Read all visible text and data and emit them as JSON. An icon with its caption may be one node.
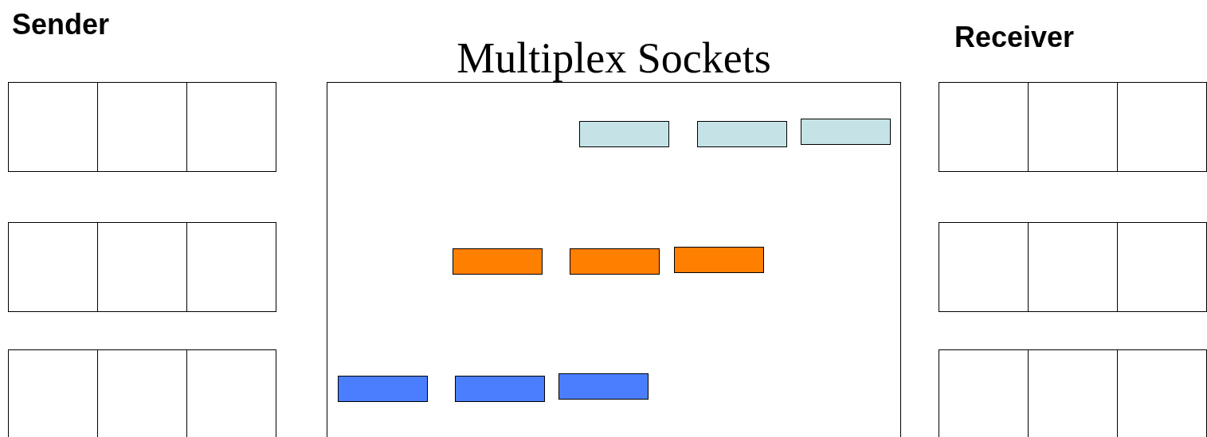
{
  "diagram": {
    "nodes": [
      {
        "text": [],
        "shape": "box"
      },
      {
        "text": [],
        "shape": "box"
      },
      {
        "text": [],
        "shape": "box"
      },
      {
        "text": [],
        "shape": "box"
      },
      {
        "text": [],
        "shape": "box"
      },
      {
        "text": [],
        "shape": "box"
      },
      {
        "text": [],
        "shape": "box"
      },
      {
        "text": [],
        "shape": "box"
      },
      {
        "text": [],
        "shape": "box"
      },
      {
        "text": [
          "Multiplex Sockets"
        ]
      },
      {
        "text": [],
        "shape": "bar",
        "in": 9
      },
      {
        "text": [],
        "shape": "bar",
        "in": 9
      },
      {
        "text": [],
        "shape": "bar",
        "in": 9
      },
      {
        "text": [],
        "shape": "bar",
        "in": 9
      },
      {
        "text": [],
        "shape": "bar",
        "in": 9
      },
      {
        "text": [],
        "shape": "bar",
        "in": 9
      },
      {
        "text": [],
        "shape": "bar",
        "in": 9
      },
      {
        "text": [],
        "shape": "bar",
        "in": 9
      },
      {
        "text": [],
        "shape": "bar",
        "in": 9
      },
      {
        "text": [],
        "shape": "box"
      },
      {
        "text": [],
        "shape": "box"
      },
      {
        "text": [],
        "shape": "box"
      },
      {
        "text": [],
        "shape": "box"
      },
      {
        "text": [],
        "shape": "box"
      },
      {
        "text": [],
        "shape": "box"
      },
      {
        "text": [],
        "shape": "box"
      },
      {
        "text": [],
        "shape": "box"
      },
      {
        "text": [],
        "shape": "box"
      }
    ],
    "labels": [
      "Sender",
      "Receiver"
    ]
  }
}
